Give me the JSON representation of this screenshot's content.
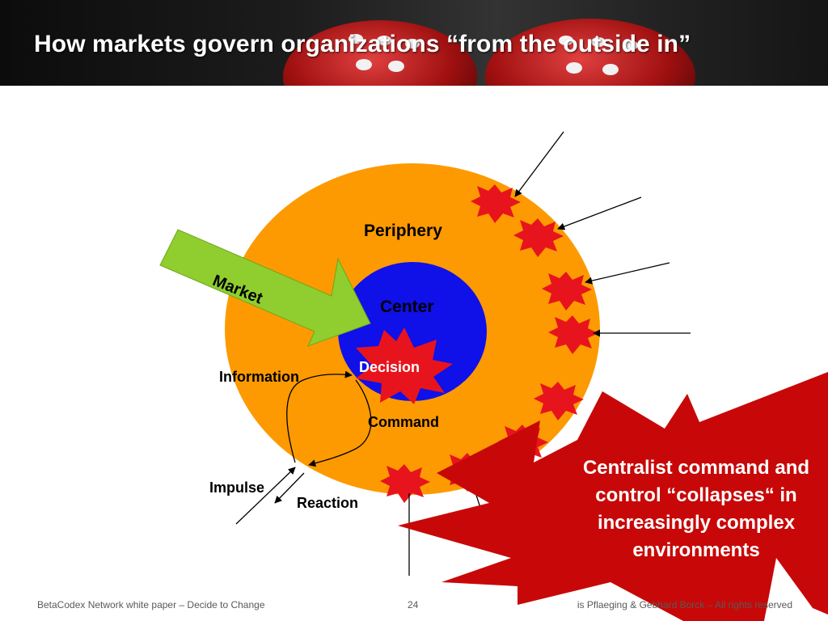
{
  "title": "How markets govern organizations “from the outside in”",
  "diagram": {
    "periphery": "Periphery",
    "center": "Center",
    "market": "Market",
    "decision": "Decision",
    "information": "Information",
    "command": "Command",
    "impulse": "Impulse",
    "reaction": "Reaction"
  },
  "callout": "Centralist command and control “collapses“ in increasingly complex environments",
  "footer": {
    "left": "BetaCodex Network white paper – Decide to Change",
    "page": "24",
    "right": "is Pflaeging & Gebhard Borck – All rights reserved"
  },
  "colors": {
    "periphery": "#fd9a02",
    "center": "#1010e8",
    "market_arrow": "#8fce2e",
    "burst": "#e8141d",
    "callout": "#c80808"
  }
}
